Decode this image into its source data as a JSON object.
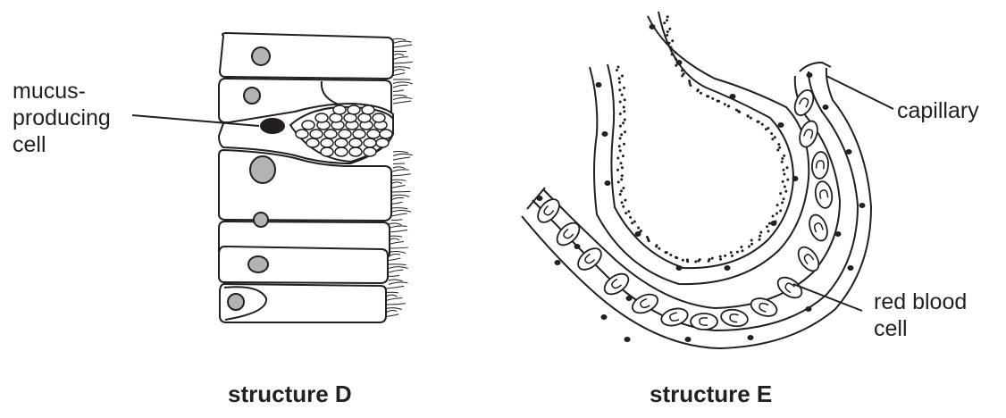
{
  "labels": {
    "mucus_line1": "mucus-",
    "mucus_line2": "producing",
    "mucus_line3": "cell",
    "capillary": "capillary",
    "rbc_line1": "red blood",
    "rbc_line2": "cell"
  },
  "captions": {
    "structure_d": "structure D",
    "structure_e": "structure E"
  },
  "colors": {
    "ink": "#231f20",
    "nucleus_fill": "#b3b3b3"
  }
}
